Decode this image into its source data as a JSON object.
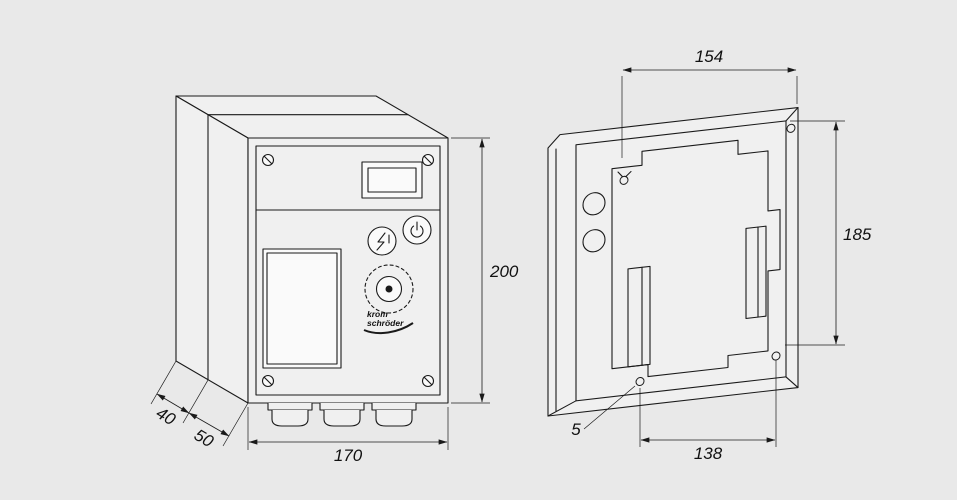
{
  "page": {
    "background_color": "#e9e9e9",
    "line_color": "#1a1a1a",
    "kind": "technical-dimension-drawing"
  },
  "views": {
    "front": {
      "label": "front-perspective-view",
      "brand": {
        "line1": "krom",
        "line2": "schröder"
      },
      "dimensions": {
        "height": "200",
        "width": "170",
        "depth_rear": "40",
        "depth_front": "50"
      },
      "icons": [
        "reset-icon",
        "power-icon",
        "sensor-knob",
        "display-window",
        "cable-glands"
      ]
    },
    "back": {
      "label": "back-open-housing-view",
      "dimensions": {
        "inner_width": "154",
        "inner_height": "185",
        "hole_spacing": "138",
        "hole_detail": "5"
      }
    }
  }
}
